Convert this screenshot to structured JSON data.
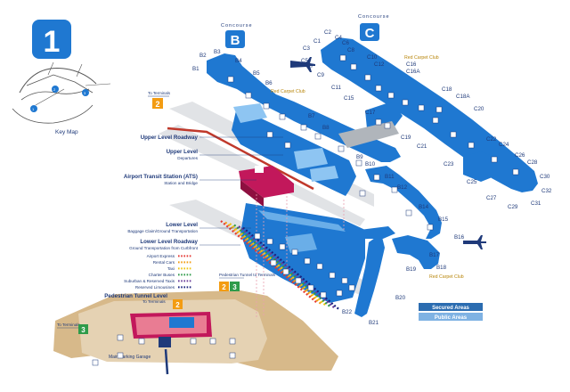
{
  "terminal_number": "1",
  "key_map_label": "Key Map",
  "concourses": {
    "b": {
      "heading": "Concourse",
      "letter": "B"
    },
    "c": {
      "heading": "Concourse",
      "letter": "C"
    }
  },
  "to_terminals_label": "To Terminals",
  "to_terminals_number": "2",
  "level_labels": {
    "upper_roadway": "Upper Level Roadway",
    "upper_level_title": "Upper Level",
    "upper_level_sub": "Departures",
    "ats_title": "Airport Transit Station (ATS)",
    "ats_sub": "Station and Bridge",
    "lower_level_title": "Lower Level",
    "lower_level_sub": "Baggage Claim/Ground Transportation",
    "lower_roadway_title": "Lower Level Roadway",
    "lower_roadway_sub": "Ground Transportation from Curbfront",
    "pedestrian_tunnel": "Pedestrian Tunnel Level"
  },
  "ground_transport": [
    {
      "label": "Airport Express",
      "color": "#e53935"
    },
    {
      "label": "Rental Cars",
      "color": "#f39c12"
    },
    {
      "label": "Taxi",
      "color": "#f1c40f"
    },
    {
      "label": "Charter Buses",
      "color": "#2e9b4a"
    },
    {
      "label": "Suburban & Reserved Taxis",
      "color": "#6a3d9a"
    },
    {
      "label": "Reserved Limousines",
      "color": "#1a237e"
    }
  ],
  "red_carpet_club": "Red Carpet Club",
  "main_parking_garage": "Main Parking Garage",
  "legend": {
    "secured": "Secured Areas",
    "public": "Public Areas"
  },
  "tunnel_signs": [
    {
      "text": "Pedestrian Tunnel to Terminals",
      "numbers": [
        "2",
        "3"
      ]
    },
    {
      "text": "To Terminals",
      "numbers": [
        "2"
      ]
    },
    {
      "text": "To Terminals",
      "numbers": [
        "3"
      ]
    }
  ],
  "gates_b": [
    "B1",
    "B2",
    "B3",
    "B4",
    "B5",
    "B6",
    "B7",
    "B8",
    "B9",
    "B10",
    "B11",
    "B12",
    "B14",
    "B15",
    "B16",
    "B17",
    "B18",
    "B19",
    "B20",
    "B21",
    "B22"
  ],
  "gates_c": [
    "C1",
    "C2",
    "C3",
    "C4",
    "C5",
    "C6",
    "C7",
    "C8",
    "C9",
    "C10",
    "C11",
    "C12",
    "C15",
    "C16",
    "C16A",
    "C17",
    "C18",
    "C18A",
    "C19",
    "C20",
    "C21",
    "C22",
    "C23",
    "C24",
    "C25",
    "C26",
    "C27",
    "C28",
    "C29",
    "C30",
    "C31",
    "C32"
  ],
  "colors": {
    "concourse_blue": "#1f78d1",
    "concourse_blue_dark": "#1456a5",
    "title_blue": "#1f78d1",
    "upper_roadway_red": "#c0392b",
    "ats_red": "#c2185b",
    "legend_secured": "#2b6cb0",
    "legend_public": "#7fb2e3",
    "tunnel_tan": "#d7b98a",
    "orange_badge": "#f39c12",
    "green_badge": "#2e9b4a"
  }
}
